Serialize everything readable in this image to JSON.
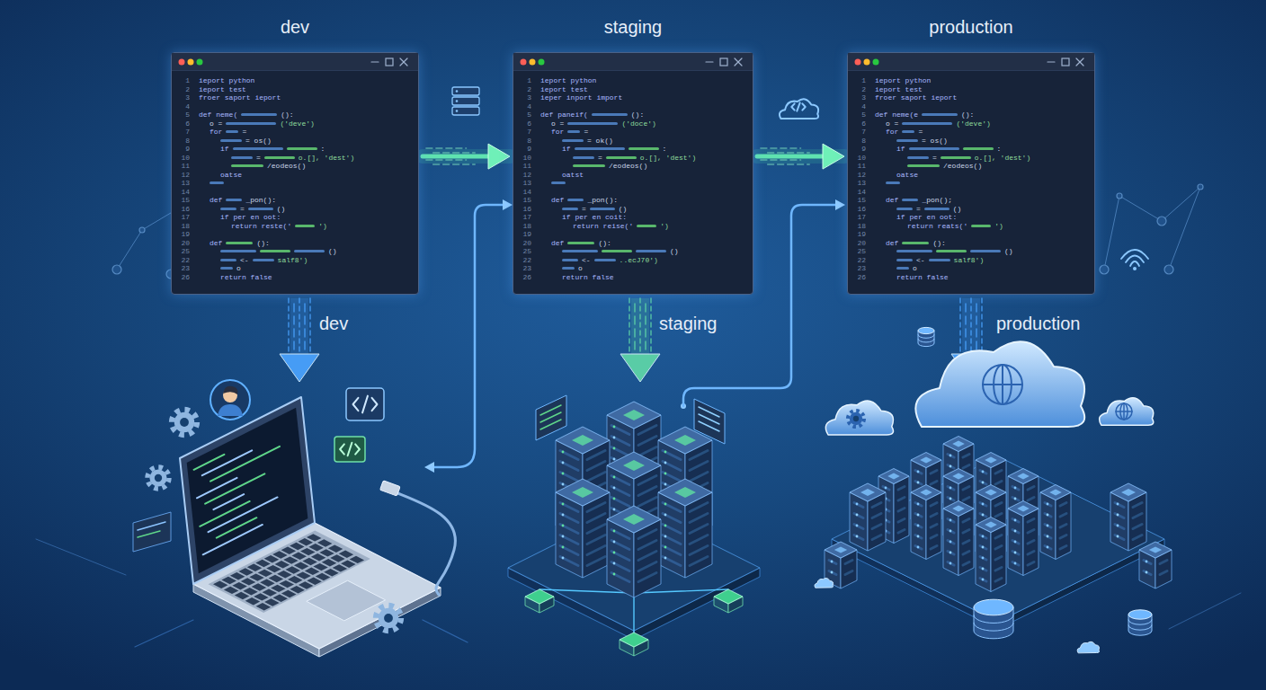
{
  "diagram": {
    "nodes": [
      {
        "text": [
          "dev",
          "1",
          "ieport python",
          "2",
          "ieport test",
          "3",
          "froer saport ieport",
          "4",
          "5",
          "def neme(",
          "():",
          "6",
          "o =",
          "('deve')",
          "7",
          "for",
          "=",
          "8",
          "= os()",
          "9",
          "if",
          ":",
          "10",
          "=",
          "o.[], 'dest')",
          "11",
          "/eodeos()",
          "12",
          "oatse",
          "13",
          "14",
          "15",
          "def",
          "_pon():",
          "16",
          "=",
          "()",
          "17",
          "if per en oot:",
          "18",
          "return reste('",
          "')",
          "19",
          "20",
          "def",
          "():",
          "25",
          "()",
          "22",
          "<-",
          "salf8')",
          "23",
          "o",
          "26",
          "return false"
        ]
      },
      {
        "text": [
          "staging",
          "1",
          "ieport python",
          "2",
          "ieport test",
          "3",
          "ieper inport import",
          "4",
          "5",
          "def paneif(",
          "():",
          "6",
          "o =",
          "('doce')",
          "7",
          "for",
          "=",
          "8",
          "= ok()",
          "9",
          "if",
          ":",
          "10",
          "=",
          "o.[], 'dest')",
          "11",
          "/eodeos()",
          "12",
          "oatst",
          "13",
          "14",
          "15",
          "def",
          "_pon():",
          "16",
          "=",
          "()",
          "17",
          "if per en coit:",
          "18",
          "return reise('",
          "')",
          "19",
          "20",
          "def",
          "():",
          "25",
          "()",
          "22",
          "<-",
          "..ecJ70')",
          "23",
          "o",
          "26",
          "return false"
        ]
      },
      {
        "text": [
          "production",
          "1",
          "ieport python",
          "2",
          "ieport test",
          "3",
          "froer saport ieport",
          "4",
          "5",
          "def neme(e",
          "():",
          "6",
          "o =",
          "('deve')",
          "7",
          "for",
          "=",
          "8",
          "= os()",
          "9",
          "if",
          ":",
          "10",
          "=",
          "o.[], 'dest')",
          "11",
          "/eodeos()",
          "12",
          "oatse",
          "13",
          "14",
          "15",
          "def",
          "_pon();",
          "16",
          "=",
          "()",
          "17",
          "if per en oot:",
          "18",
          "return reats('",
          "')",
          "19",
          "20",
          "def",
          "():",
          "25",
          "()",
          "22",
          "<-",
          "salf8')",
          "23",
          "o",
          "26",
          "return false"
        ]
      }
    ],
    "edges": [
      {
        "from": 0,
        "to": 1,
        "arrow": "to"
      },
      {
        "from": 1,
        "to": 2,
        "arrow": "to"
      }
    ],
    "labels": [
      "dev",
      "staging",
      "production"
    ]
  }
}
